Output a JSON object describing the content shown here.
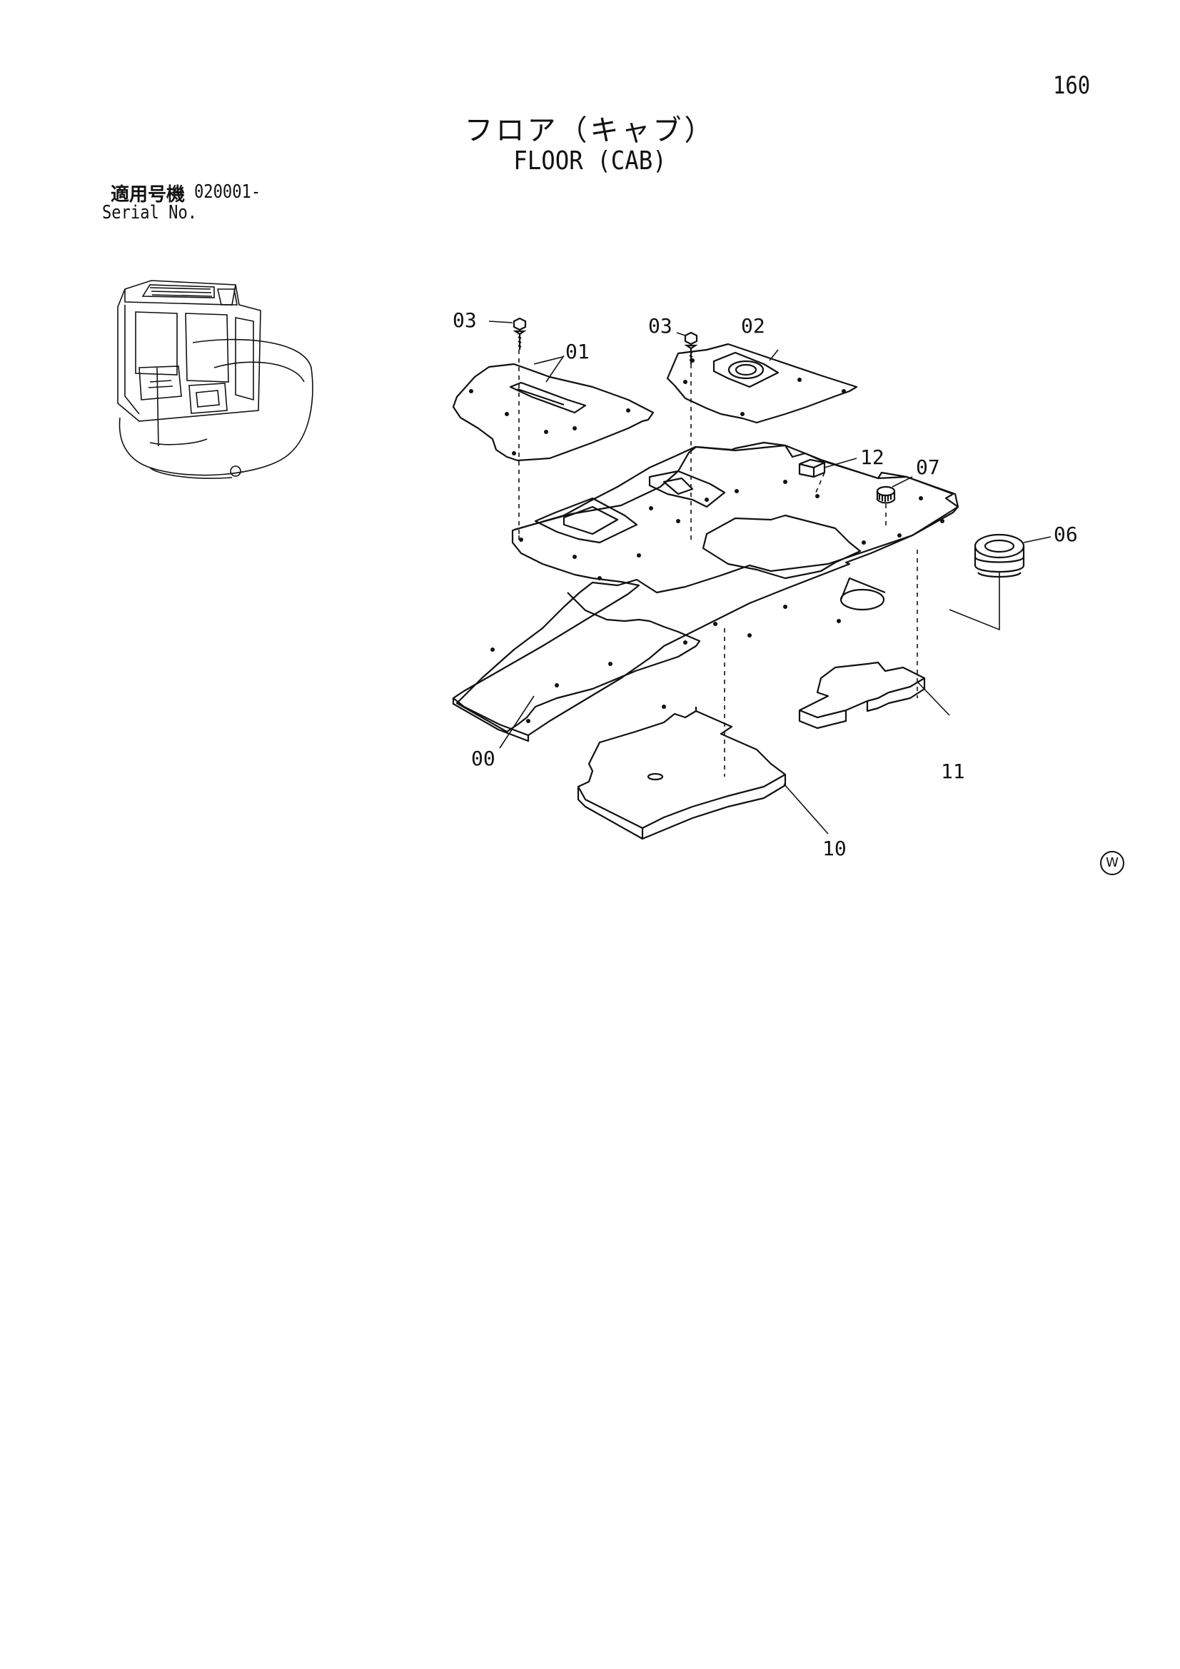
{
  "page_number": "160",
  "title": {
    "japanese": "フロア（キャブ）",
    "english": "FLOOR (CAB)"
  },
  "serial": {
    "label_japanese": "適用号機",
    "value": "020001-",
    "label_english": "Serial No."
  },
  "part_callouts": {
    "p03a": "03",
    "p03b": "03",
    "p01": "01",
    "p02": "02",
    "p12": "12",
    "p07": "07",
    "p06": "06",
    "p00": "00",
    "p11": "11",
    "p10": "10"
  },
  "watermark_mark": "W"
}
